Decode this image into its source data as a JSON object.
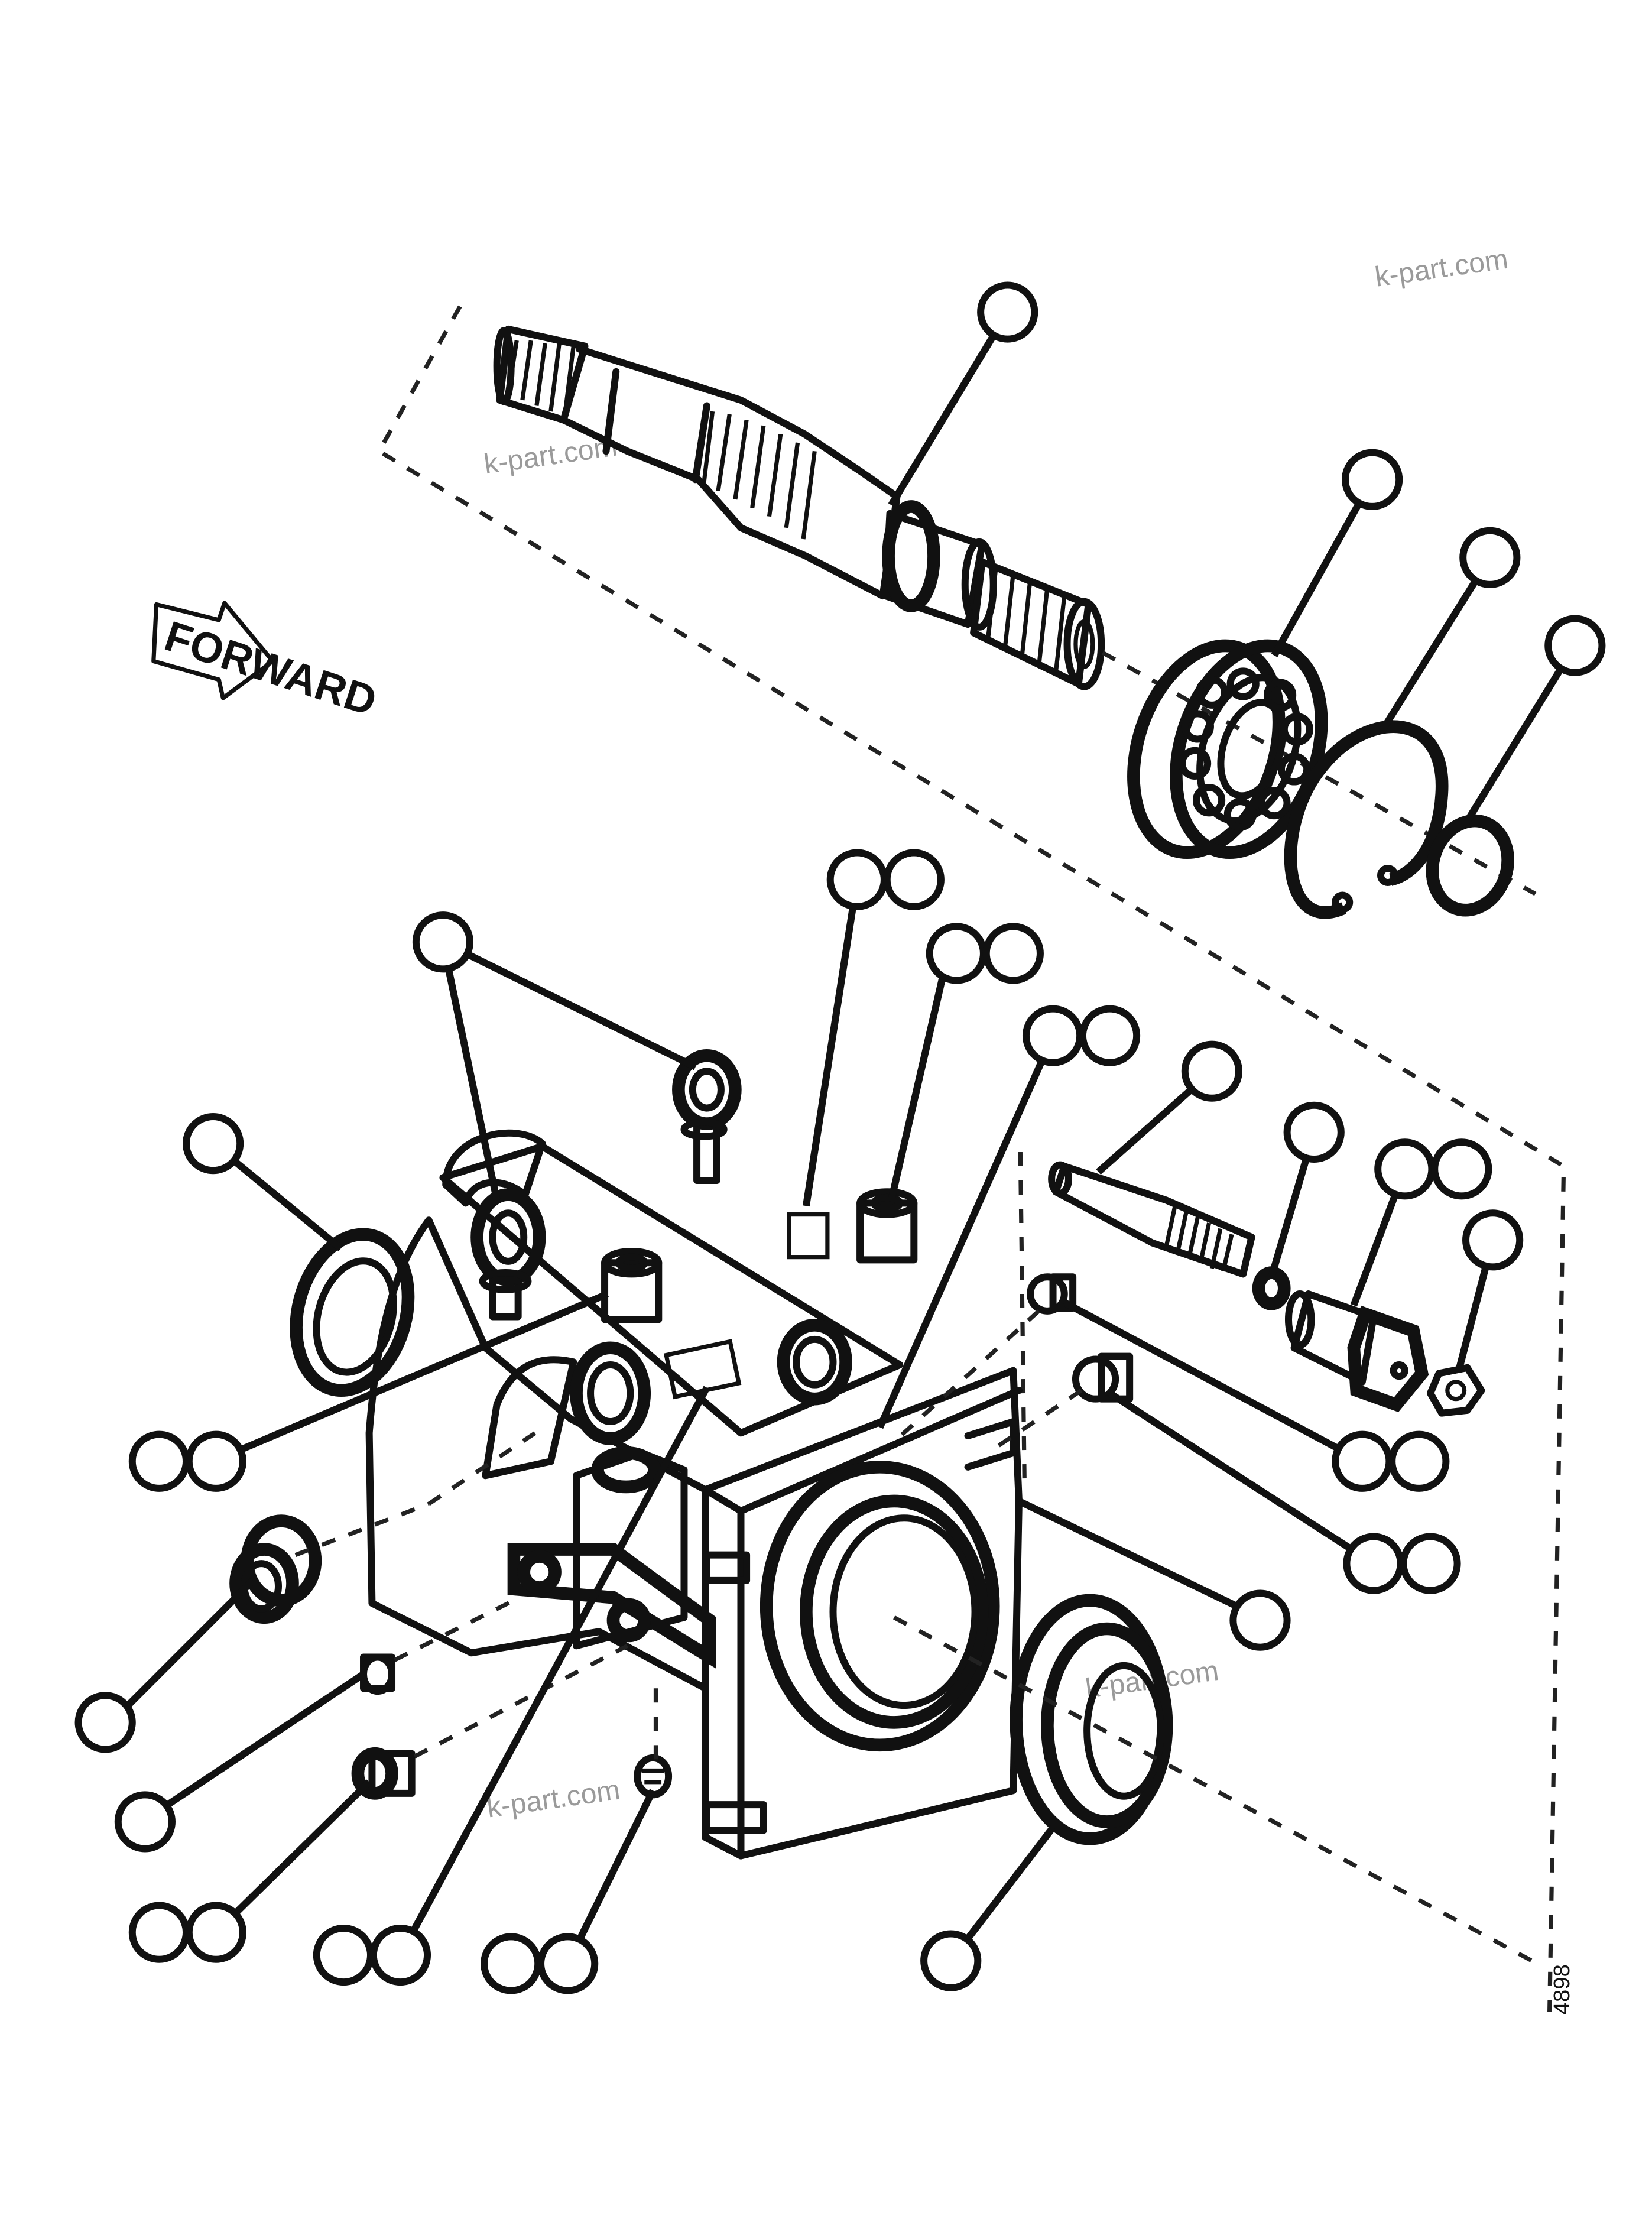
{
  "diagram": {
    "direction_arrow": {
      "label": "FORWARD"
    },
    "watermarks": [
      "k-part.com",
      "k-part.com",
      "k-part.com",
      "k-part.com"
    ],
    "drawing_code": "4898"
  }
}
